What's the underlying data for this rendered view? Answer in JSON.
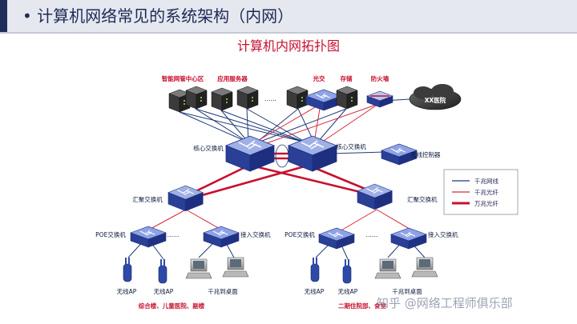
{
  "header": {
    "title": "• 计算机网络常见的系统架构（内网）",
    "accent_color": "#1f2d5a",
    "background_color": "#e6e8ef"
  },
  "diagram": {
    "title": "计算机内网拓扑图",
    "title_color": "#c8102e",
    "top_labels": {
      "mgmt": "智能网管中心区",
      "app": "应用服务器",
      "optical": "光交",
      "storage": "存储",
      "firewall": "防火墙",
      "cloud": "XX医院",
      "ellipsis": "……"
    },
    "core_label_left": "核心交换机",
    "core_label_right": "核心交换机",
    "wireless_controller": "无线控制器",
    "agg_label_left": "汇聚交换机",
    "agg_label_right": "汇聚交换机",
    "poe_left": "POE交换机",
    "access_left": "接入交换机",
    "poe_right": "POE交换机",
    "access_right": "接入交换机",
    "ellipsis": "……",
    "ap_left_1": "无线AP",
    "ap_left_2": "无线AP",
    "desktop_left": "千兆到桌面",
    "ap_right_1": "无线AP",
    "ap_right_2": "无线AP",
    "desktop_right": "千兆到桌面",
    "building_left": "综合楼、儿童医院、副楼",
    "building_right": "二期住院部、食堂",
    "legend": [
      {
        "label": "千兆网线",
        "color": "#1f3b7a",
        "style": "thin"
      },
      {
        "label": "千兆光纤",
        "color": "#d42a3a",
        "style": "thin"
      },
      {
        "label": "万兆光纤",
        "color": "#c8102e",
        "style": "thick"
      }
    ],
    "watermark": "知乎 @网络工程师俱乐部"
  },
  "colors": {
    "cat6": "#1f3b7a",
    "fiber_1g": "#d42a3a",
    "fiber_10g": "#c8102e",
    "switch_blue": "#2e4aa8",
    "server_dark": "#3a3a3a"
  }
}
